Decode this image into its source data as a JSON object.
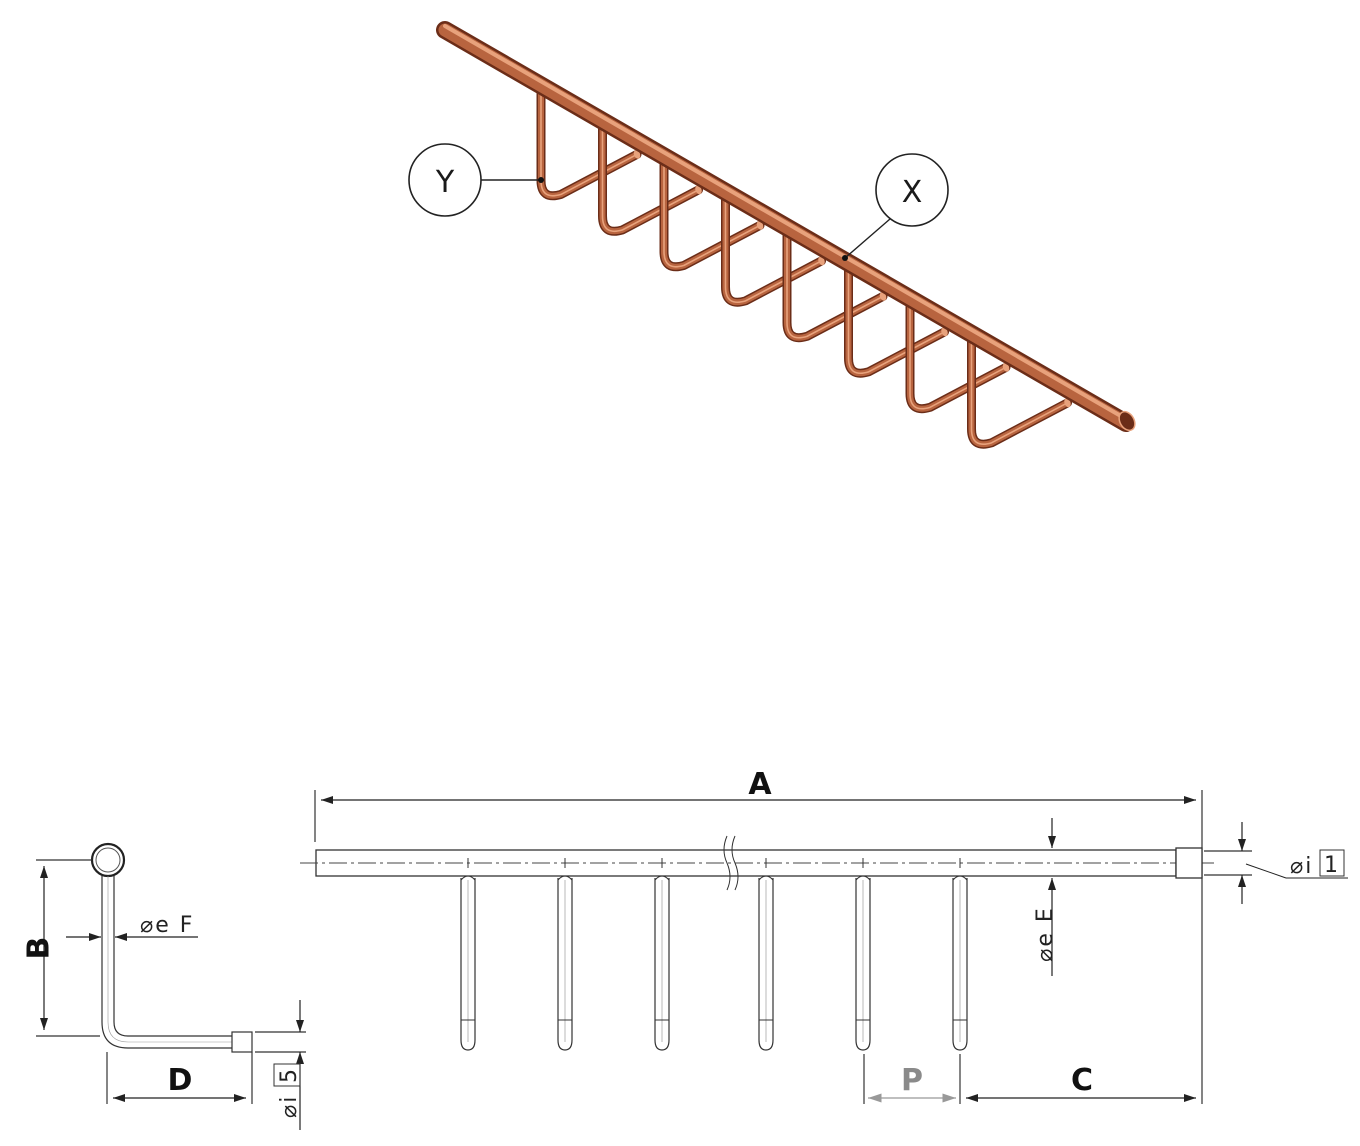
{
  "colors": {
    "copper": "#b8643f",
    "copper_dark": "#6b2d18",
    "copper_light": "#e8a27c",
    "line": "#333333",
    "arrow_grey": "#999999"
  },
  "isometric": {
    "callout_y": "Y",
    "callout_x": "X"
  },
  "side_view": {
    "label_b": "B",
    "label_d": "D",
    "label_oef": "⌀e F",
    "label_oi": "⌀i",
    "label_oi_box": "5"
  },
  "front_view": {
    "label_a": "A",
    "label_c": "C",
    "label_p": "P",
    "label_oee": "⌀e E",
    "label_oi": "⌀i",
    "label_oi_box": "1"
  }
}
